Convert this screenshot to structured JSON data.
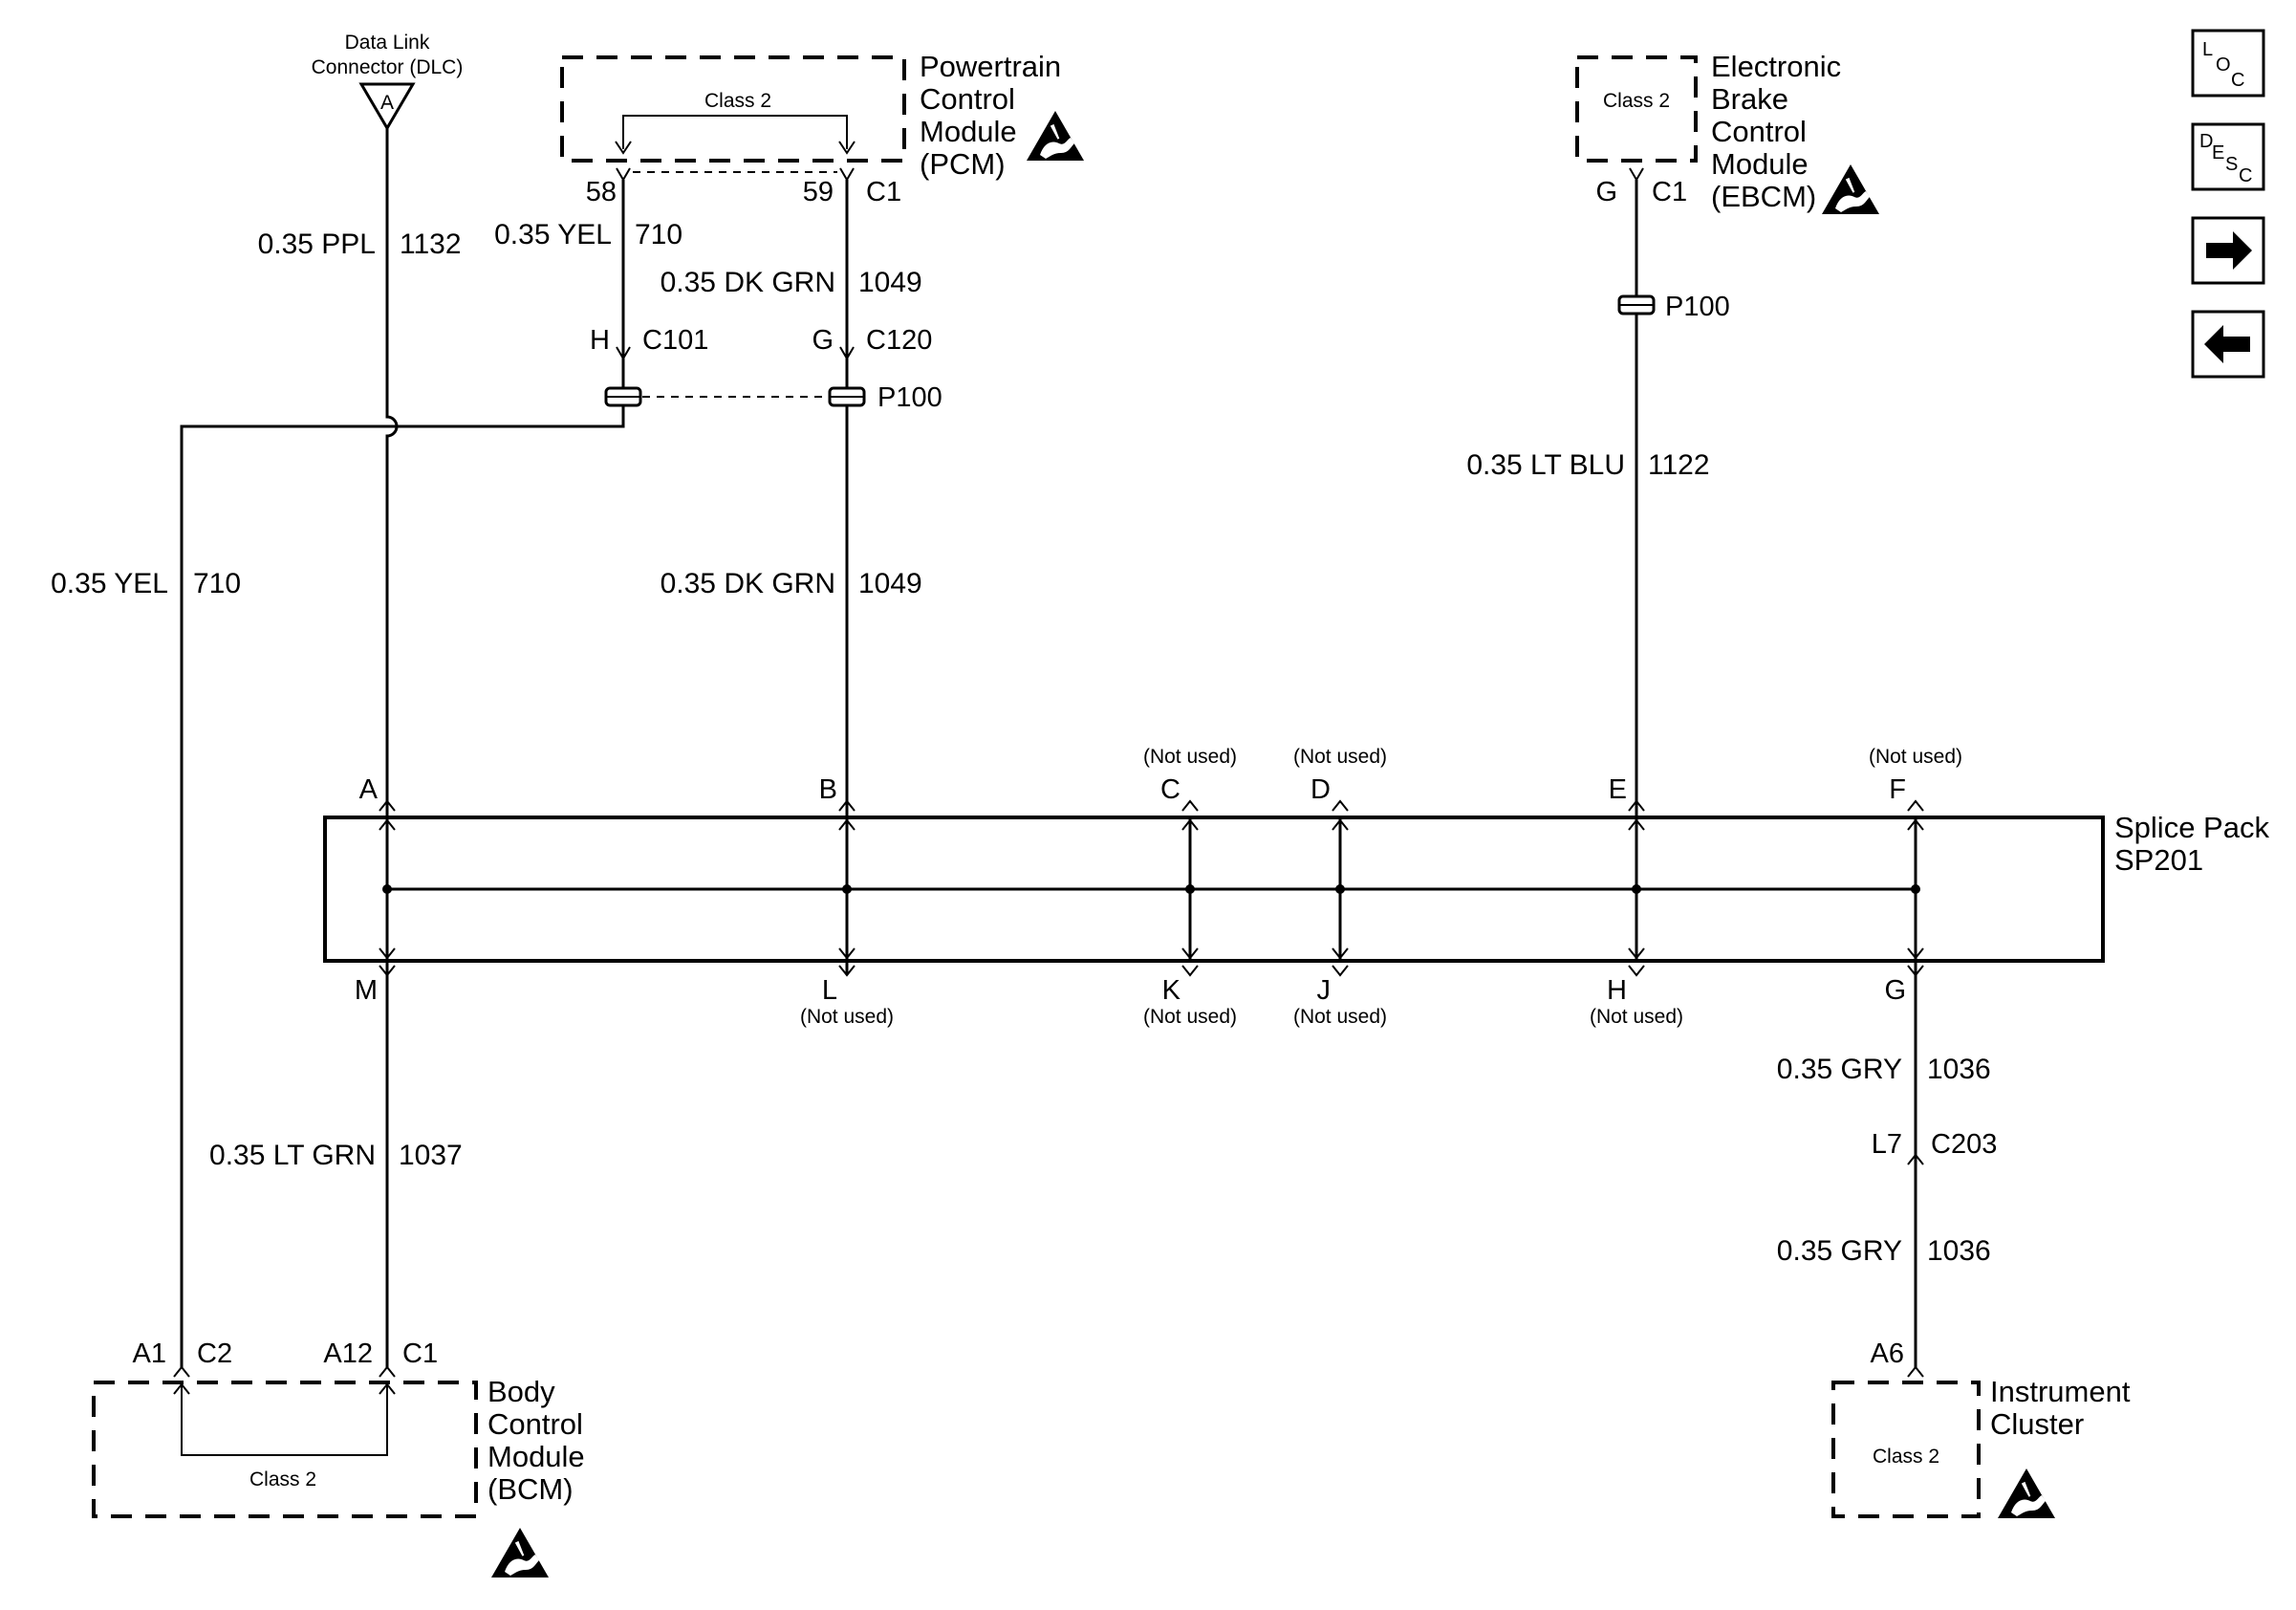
{
  "modules": {
    "dlc": {
      "line1": "Data Link",
      "line2": "Connector (DLC)",
      "pin": "A"
    },
    "pcm": {
      "line1": "Powertrain",
      "line2": "Control",
      "line3": "Module",
      "line4": "(PCM)",
      "bus": "Class 2",
      "pin_left": "58",
      "pin_right": "59",
      "connector": "C1"
    },
    "ebcm": {
      "line1": "Electronic",
      "line2": "Brake",
      "line3": "Control",
      "line4": "Module",
      "line5": "(EBCM)",
      "bus": "Class 2",
      "pin": "G",
      "connector": "C1"
    },
    "bcm": {
      "line1": "Body",
      "line2": "Control",
      "line3": "Module",
      "line4": "(BCM)",
      "bus": "Class 2",
      "pin_a1": "A1",
      "conn_c2": "C2",
      "pin_a12": "A12",
      "conn_c1": "C1"
    },
    "ipc": {
      "line1": "Instrument",
      "line2": "Cluster",
      "bus": "Class 2",
      "pin": "A6"
    }
  },
  "wires": {
    "dlc_wire": {
      "color": "0.35 PPL",
      "circuit": "1132"
    },
    "pcm_yel": {
      "color": "0.35 YEL",
      "circuit": "710"
    },
    "pcm_dkgrn": {
      "color": "0.35 DK GRN",
      "circuit": "1049"
    },
    "left_yel": {
      "color": "0.35 YEL",
      "circuit": "710"
    },
    "mid_dkgrn": {
      "color": "0.35 DK GRN",
      "circuit": "1049"
    },
    "ebcm_ltblu": {
      "color": "0.35 LT BLU",
      "circuit": "1122"
    },
    "bcm_ltgrn": {
      "color": "0.35 LT GRN",
      "circuit": "1037"
    },
    "ipc_gry_upper": {
      "color": "0.35 GRY",
      "circuit": "1036"
    },
    "ipc_gry_lower": {
      "color": "0.35 GRY",
      "circuit": "1036"
    }
  },
  "connectors": {
    "c101": {
      "pin": "H",
      "name": "C101"
    },
    "c120": {
      "pin": "G",
      "name": "C120"
    },
    "p100_pcm": "P100",
    "p100_ebcm": "P100",
    "c203": {
      "pin": "L7",
      "name": "C203"
    }
  },
  "splice_pack": {
    "line1": "Splice Pack",
    "line2": "SP201",
    "top_pins": {
      "a": "A",
      "b": "B",
      "c": "C",
      "d": "D",
      "e": "E",
      "f": "F"
    },
    "bottom_pins": {
      "m": "M",
      "l": "L",
      "k": "K",
      "j": "J",
      "h": "H",
      "g": "G"
    },
    "not_used": "(Not used)"
  },
  "nav": {
    "loc_l": "L",
    "loc_o": "O",
    "loc_c": "C",
    "desc_d": "D",
    "desc_e": "E",
    "desc_s": "S",
    "desc_c": "C",
    "next_icon": "arrow-right-icon",
    "prev_icon": "arrow-left-icon"
  },
  "colors": {
    "ink": "#000000",
    "background": "#ffffff"
  }
}
